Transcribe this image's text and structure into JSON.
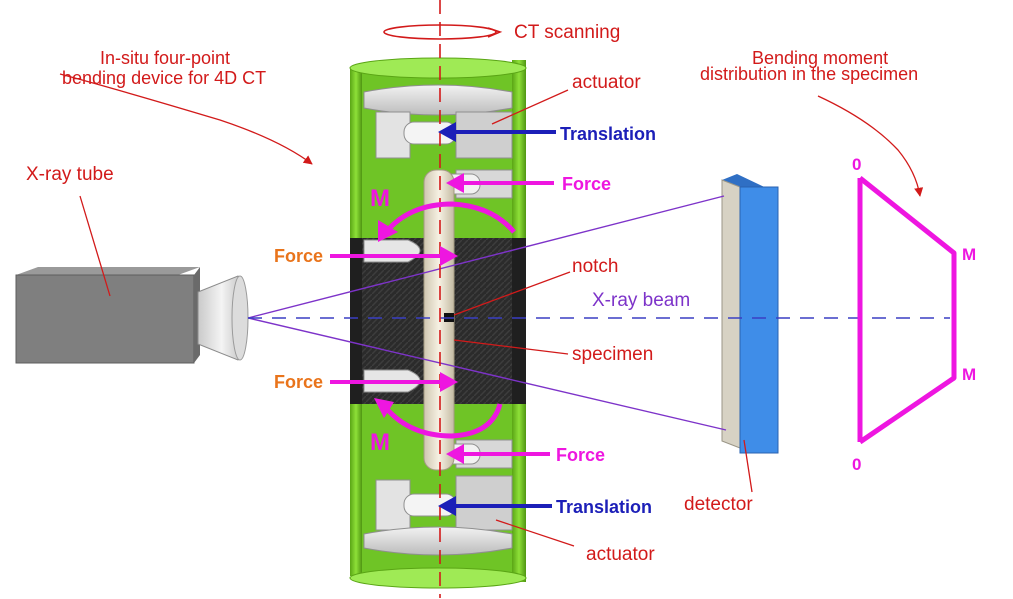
{
  "labels": {
    "ct_scanning": "CT scanning",
    "device_line1": "In-situ four-point",
    "device_line2": "bending device for 4D CT",
    "moment_line1": "Bending moment",
    "moment_line2": "distribution in  the specimen",
    "actuator_top": "actuator",
    "actuator_bottom": "actuator",
    "translation_top": "Translation",
    "translation_bottom": "Translation",
    "force_upper_right": "Force",
    "force_lower_right": "Force",
    "force_upper_left": "Force",
    "force_lower_left": "Force",
    "moment_top": "M",
    "moment_bottom": "M",
    "xray_tube": "X-ray tube",
    "notch": "notch",
    "xray_beam": "X-ray beam",
    "specimen": "specimen",
    "detector": "detector",
    "diagram_zero_top": "0",
    "diagram_zero_bottom": "0",
    "diagram_m_top": "M",
    "diagram_m_bottom": "M"
  },
  "colors": {
    "annotation_red": "#d21a1a",
    "force_magenta": "#ee16e0",
    "force_orange": "#e9741b",
    "translation_blue": "#1c1fb8",
    "beam_purple": "#7d33c9",
    "frame_green": "#7ed321",
    "detector_blue": "#3f8de8"
  },
  "icons": {
    "tube": "xray-tube-icon",
    "detector": "detector-icon",
    "device": "bending-device-icon"
  }
}
